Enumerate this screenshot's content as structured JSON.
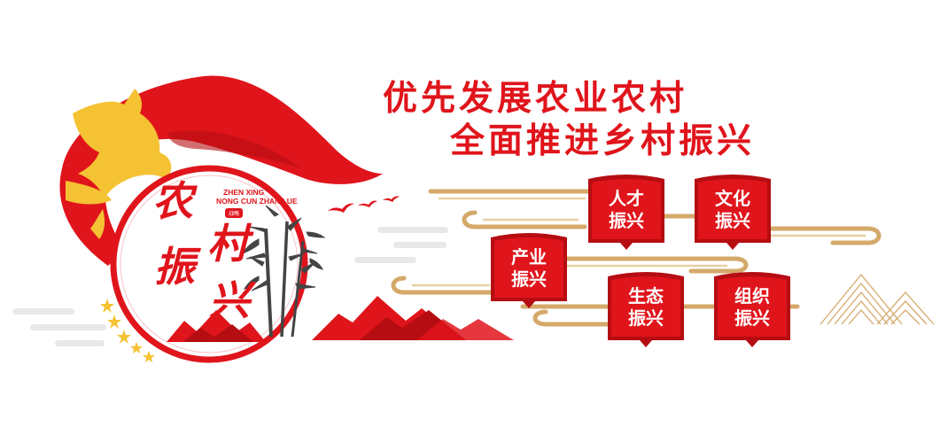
{
  "headline": {
    "line1": "优先发展农业农村",
    "line2": "全面推进乡村振兴"
  },
  "emblem": {
    "pinyin_line1": "ZHEN XING",
    "pinyin_line2": "NONG CUN ZHAN LUE",
    "tag": "战略",
    "char_nong": "农",
    "char_zhen": "振",
    "char_cun": "村",
    "char_xing": "兴"
  },
  "badges": [
    {
      "line1": "人才",
      "line2": "振兴"
    },
    {
      "line1": "文化",
      "line2": "振兴"
    },
    {
      "line1": "产业",
      "line2": "振兴"
    },
    {
      "line1": "生态",
      "line2": "振兴"
    },
    {
      "line1": "组织",
      "line2": "振兴"
    }
  ],
  "colors": {
    "red": "#e0141b",
    "dark_red": "#b50d12",
    "gold": "#f4c233",
    "tan": "#d4a96a",
    "grey": "#e6e6e6"
  },
  "icons": [
    "flag-icon",
    "dove-icon",
    "bamboo-icon",
    "mountain-icon",
    "birds-icon",
    "star-icon",
    "cloud-icon"
  ]
}
